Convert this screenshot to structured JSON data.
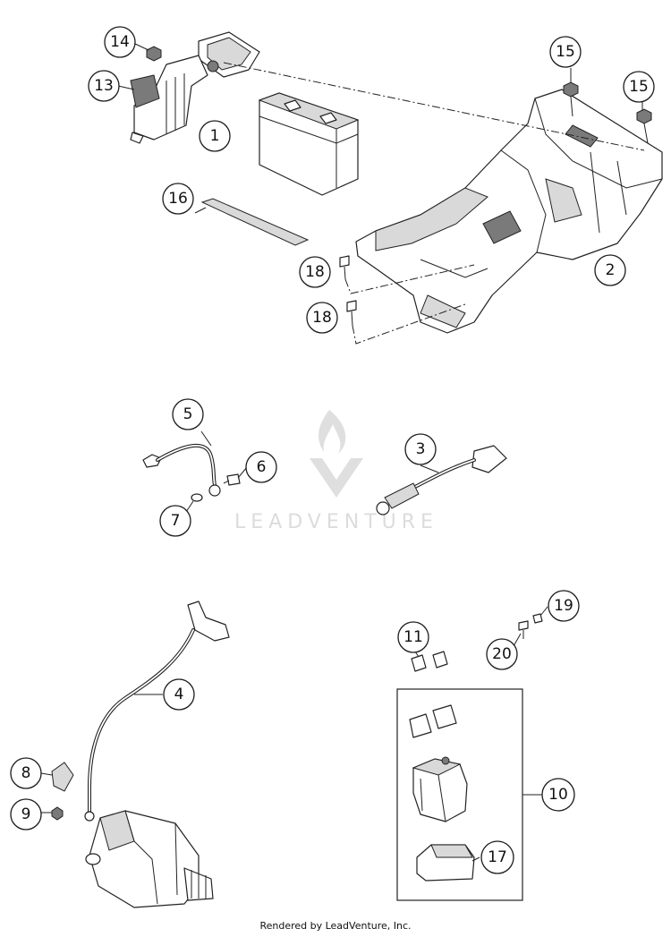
{
  "watermark": {
    "brand": "LEADVENTURE"
  },
  "footer": {
    "text": "Rendered by LeadVenture, Inc."
  },
  "callouts": [
    {
      "label": "1"
    },
    {
      "label": "2"
    },
    {
      "label": "3"
    },
    {
      "label": "4"
    },
    {
      "label": "5"
    },
    {
      "label": "6"
    },
    {
      "label": "7"
    },
    {
      "label": "8"
    },
    {
      "label": "9"
    },
    {
      "label": "10"
    },
    {
      "label": "11"
    },
    {
      "label": "13"
    },
    {
      "label": "14"
    },
    {
      "label": "15"
    },
    {
      "label": "15"
    },
    {
      "label": "16"
    },
    {
      "label": "17"
    },
    {
      "label": "18"
    },
    {
      "label": "18"
    },
    {
      "label": "19"
    },
    {
      "label": "20"
    }
  ]
}
